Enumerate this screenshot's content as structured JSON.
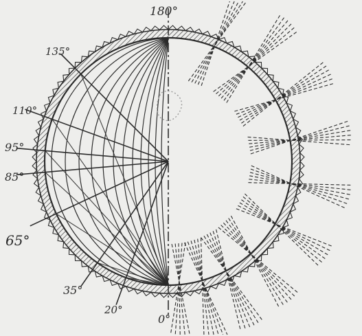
{
  "diagram": {
    "colors": {
      "paper": "#eeeeec",
      "ink": "#2b2b2b"
    },
    "angle_labels": [
      {
        "text": "180°",
        "angle": 180
      },
      {
        "text": "135°",
        "angle": 135
      },
      {
        "text": "110°",
        "angle": 110
      },
      {
        "text": "95°",
        "angle": 95
      },
      {
        "text": "85°",
        "angle": 85
      },
      {
        "text": "65°",
        "angle": 65
      },
      {
        "text": "35°",
        "angle": 35
      },
      {
        "text": "20°",
        "angle": 20
      },
      {
        "text": "0°",
        "angle": 0
      }
    ]
  }
}
